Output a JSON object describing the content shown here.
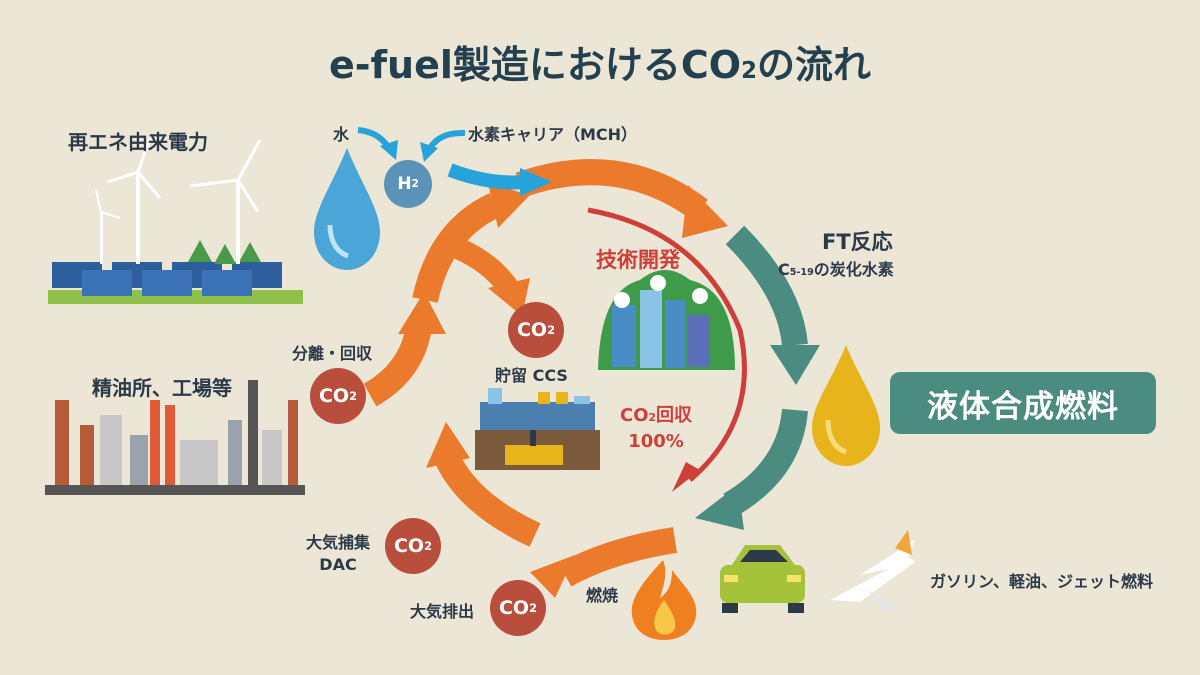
{
  "title": {
    "main": "e-fuel製造におけるCO",
    "sub": "2",
    "tail": "の流れ"
  },
  "renewable": {
    "label": "再エネ由来電力"
  },
  "water": {
    "label": "水"
  },
  "hydrogen": {
    "label": "H",
    "sub": "2"
  },
  "carrier": {
    "label": "水素キャリア（MCH）"
  },
  "ft": {
    "title": "FT反応",
    "detail_c": "C",
    "detail_range": "5-19",
    "detail_tail": "の炭化水素"
  },
  "tech": {
    "label": "技術開発"
  },
  "liquid_fuel": {
    "label": "液体合成燃料"
  },
  "refinery": {
    "label": "精油所、工場等"
  },
  "separation": {
    "label": "分離・回収"
  },
  "storage": {
    "label": "貯留 CCS"
  },
  "recovery": {
    "line1a": "CO",
    "line1sub": "2",
    "line1b": "回収",
    "line2": "100%"
  },
  "dac": {
    "line1": "大気捕集",
    "line2": "DAC"
  },
  "emission": {
    "label": "大気排出"
  },
  "combustion": {
    "label": "燃焼"
  },
  "products": {
    "label": "ガソリン、軽油、ジェット燃料"
  },
  "co2": {
    "main": "CO",
    "sub": "2"
  },
  "colors": {
    "orange": "#ec7a2c",
    "teal": "#4b8c80",
    "red_arrow": "#cf3f3a",
    "co2_circle": "#b94e3c",
    "title": "#23404f"
  }
}
